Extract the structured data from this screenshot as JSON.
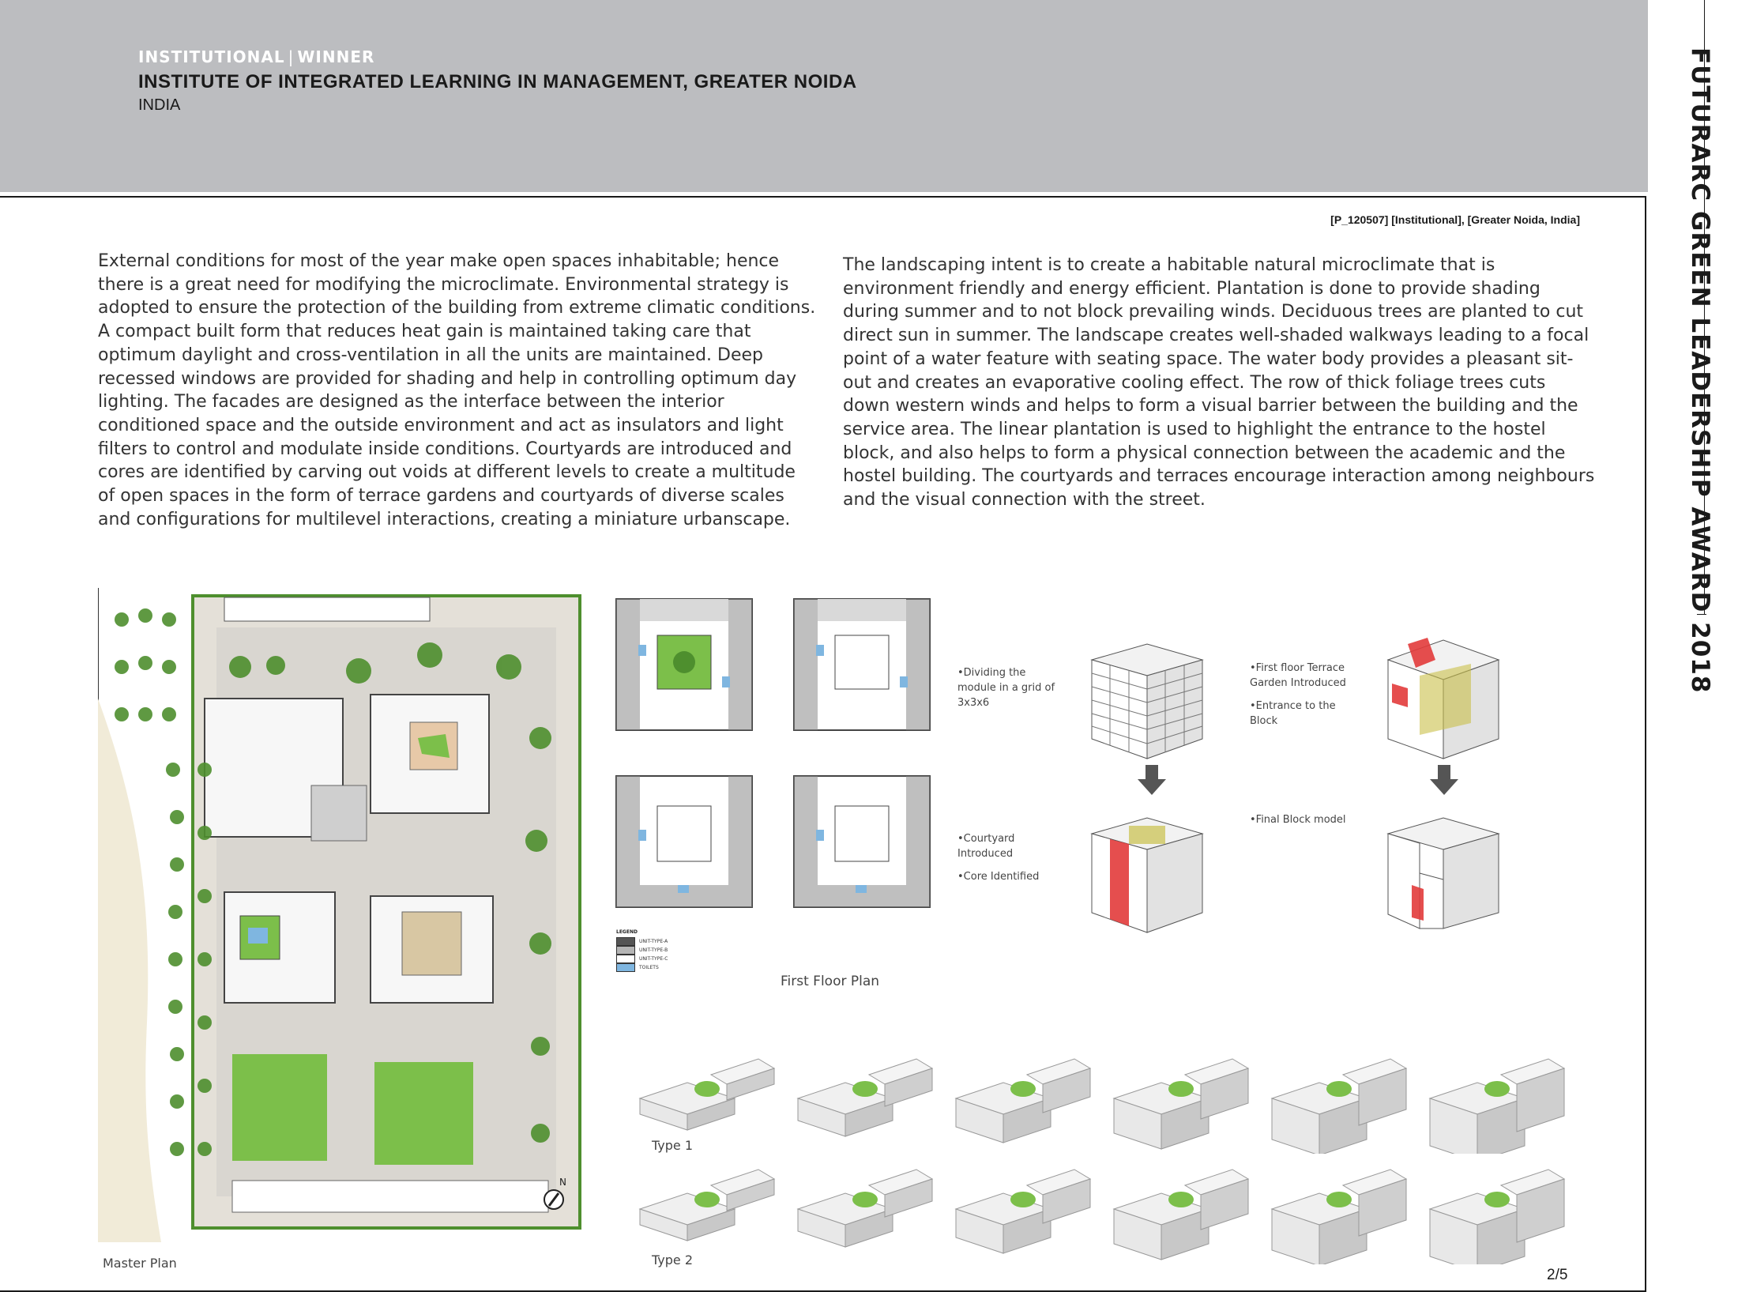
{
  "header": {
    "category": "INSTITUTIONAL",
    "separator": "|",
    "award": "WINNER",
    "title": "INSTITUTE OF INTEGRATED LEARNING IN MANAGEMENT, GREATER NOIDA",
    "country": "INDIA"
  },
  "side_title": "FUTURARC GREEN LEADERSHIP AWARD 2018",
  "reference": "[P_120507]  [Institutional], [Greater Noida, India]",
  "paragraphs": {
    "left": "External conditions for most of the year make open spaces inhabitable; hence there is a great need for modifying the microclimate. Environmental strategy is adopted to ensure the protection of the building from extreme climatic conditions. A compact built form that reduces heat gain is maintained taking care that optimum daylight and cross-ventilation in all the units are maintained. Deep recessed windows are provided for shading and help in controlling optimum day lighting. The facades are designed as the interface between the interior conditioned space and the outside environment and act as insulators and light filters to control and modulate inside conditions. Courtyards are introduced and cores are identified by carving out voids at different levels to create a multitude of open spaces in the form of terrace gardens and courtyards of diverse scales and configurations for multilevel interactions, creating a miniature urbanscape.",
    "right": "The landscaping intent is to create a habitable natural microclimate that is environment friendly and energy efficient. Plantation is done to provide shading during summer and to not block prevailing winds. Deciduous trees are planted to cut direct sun in summer. The landscape creates well-shaded walkways leading to a focal point of a water feature with seating space. The water body provides a pleasant sit-out and creates an evaporative cooling effect. The row of thick foliage trees cuts down western winds and helps to form a visual barrier between the building and the service area. The linear plantation is used to highlight the entrance to the hostel block, and also helps to form a physical connection between the academic and the hostel building. The courtyards and terraces encourage interaction among neighbours and the visual connection with the street."
  },
  "captions": {
    "master_plan": "Master Plan",
    "first_floor_plan": "First Floor Plan",
    "type1": "Type 1",
    "type2": "Type 2",
    "north": "N"
  },
  "notes": {
    "grid": [
      "•Dividing the",
      "module in a grid of",
      "3x3x6"
    ],
    "courtyard": [
      "•Courtyard",
      "Introduced"
    ],
    "core": [
      "•Core Identified"
    ],
    "terrace": [
      "•First floor Terrace",
      "Garden Introduced"
    ],
    "entrance": [
      "•Entrance to the",
      "Block"
    ],
    "final": [
      "•Final Block model"
    ]
  },
  "legend": {
    "title": "LEGEND",
    "items": [
      "UNIT-TYPE-A",
      "UNIT-TYPE-B",
      "UNIT-TYPE-C",
      "TOILETS"
    ]
  },
  "page_number": "2/5",
  "colors": {
    "header_bg": "#bcbdc0",
    "lawn": "#7cbf4a",
    "tree": "#4e8f2e",
    "paving": "#d9d6d0",
    "red": "#e23b3b",
    "olive": "#c9c04a",
    "toilet": "#7fb6e0"
  }
}
